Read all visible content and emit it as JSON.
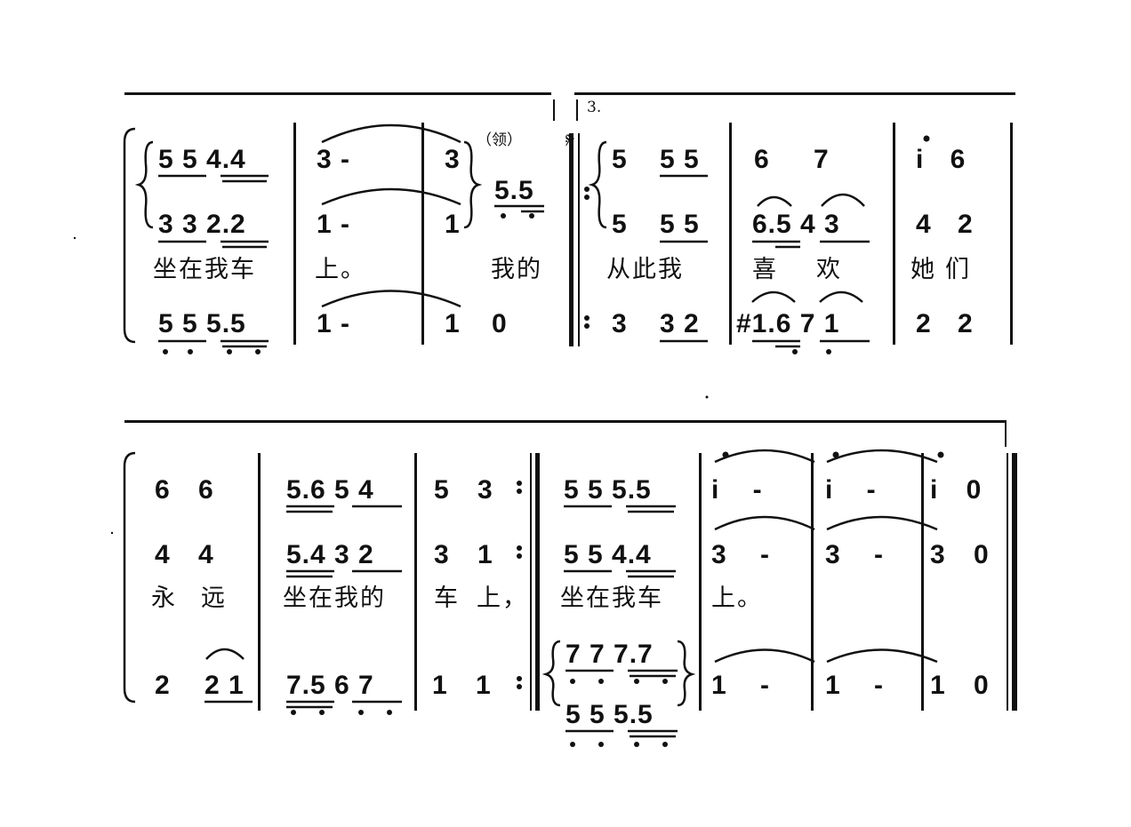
{
  "system1": {
    "upper_top": [
      "5 5 4.4",
      "3 -",
      "3",
      "5 5",
      "6 7",
      "i 6"
    ],
    "upper_bottom": [
      "3 3 2.2",
      "1 -",
      "1",
      "5 5",
      "6.5 4 3",
      "4 2"
    ],
    "solo_mark": "（领）",
    "solo_note": "5.5",
    "ending_mark": "3.",
    "segno": "𝄋",
    "voice_start_top": "5",
    "voice_start_bottom": "5",
    "lyrics": [
      "坐在我车",
      "上。",
      "我的",
      "从此我",
      "喜",
      "欢",
      "她们"
    ],
    "bass": [
      "5 5 5.5",
      "1 -",
      "1 0",
      "3",
      "3 2",
      "#1.6 7 1",
      "2 2"
    ]
  },
  "system2": {
    "top": [
      "6 6",
      "5.6 5 4",
      "5 3",
      "5 5 5.5",
      "i -",
      "i -",
      "i 0"
    ],
    "middle": [
      "4 4",
      "5.4 3 2",
      "3 1",
      "5 5 4.4",
      "3 -",
      "3 -",
      "3 0"
    ],
    "lyrics": [
      "永",
      "远",
      "坐在我的",
      "车",
      "上，",
      "坐在我车",
      "上。"
    ],
    "bass": [
      "2",
      "2 1",
      "7.5 6 7",
      "1 1",
      "7 7 7.7",
      "1 -",
      "1 -",
      "1 0"
    ],
    "bass_lower": "5 5 5.5"
  }
}
